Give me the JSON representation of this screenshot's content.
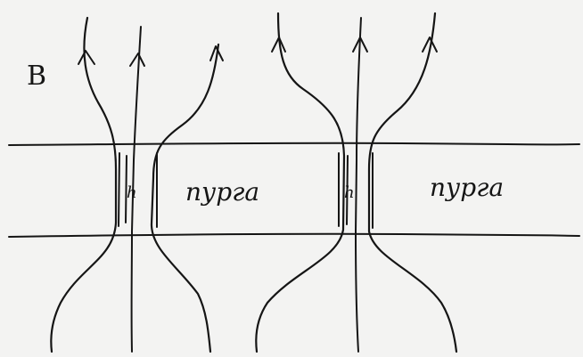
{
  "panel_label": "B",
  "region_labels": [
    "пурга",
    "пурга"
  ],
  "channel_labels": [
    "h",
    "h"
  ],
  "colors": {
    "ink": "#151515",
    "paper": "#f3f3f2"
  }
}
